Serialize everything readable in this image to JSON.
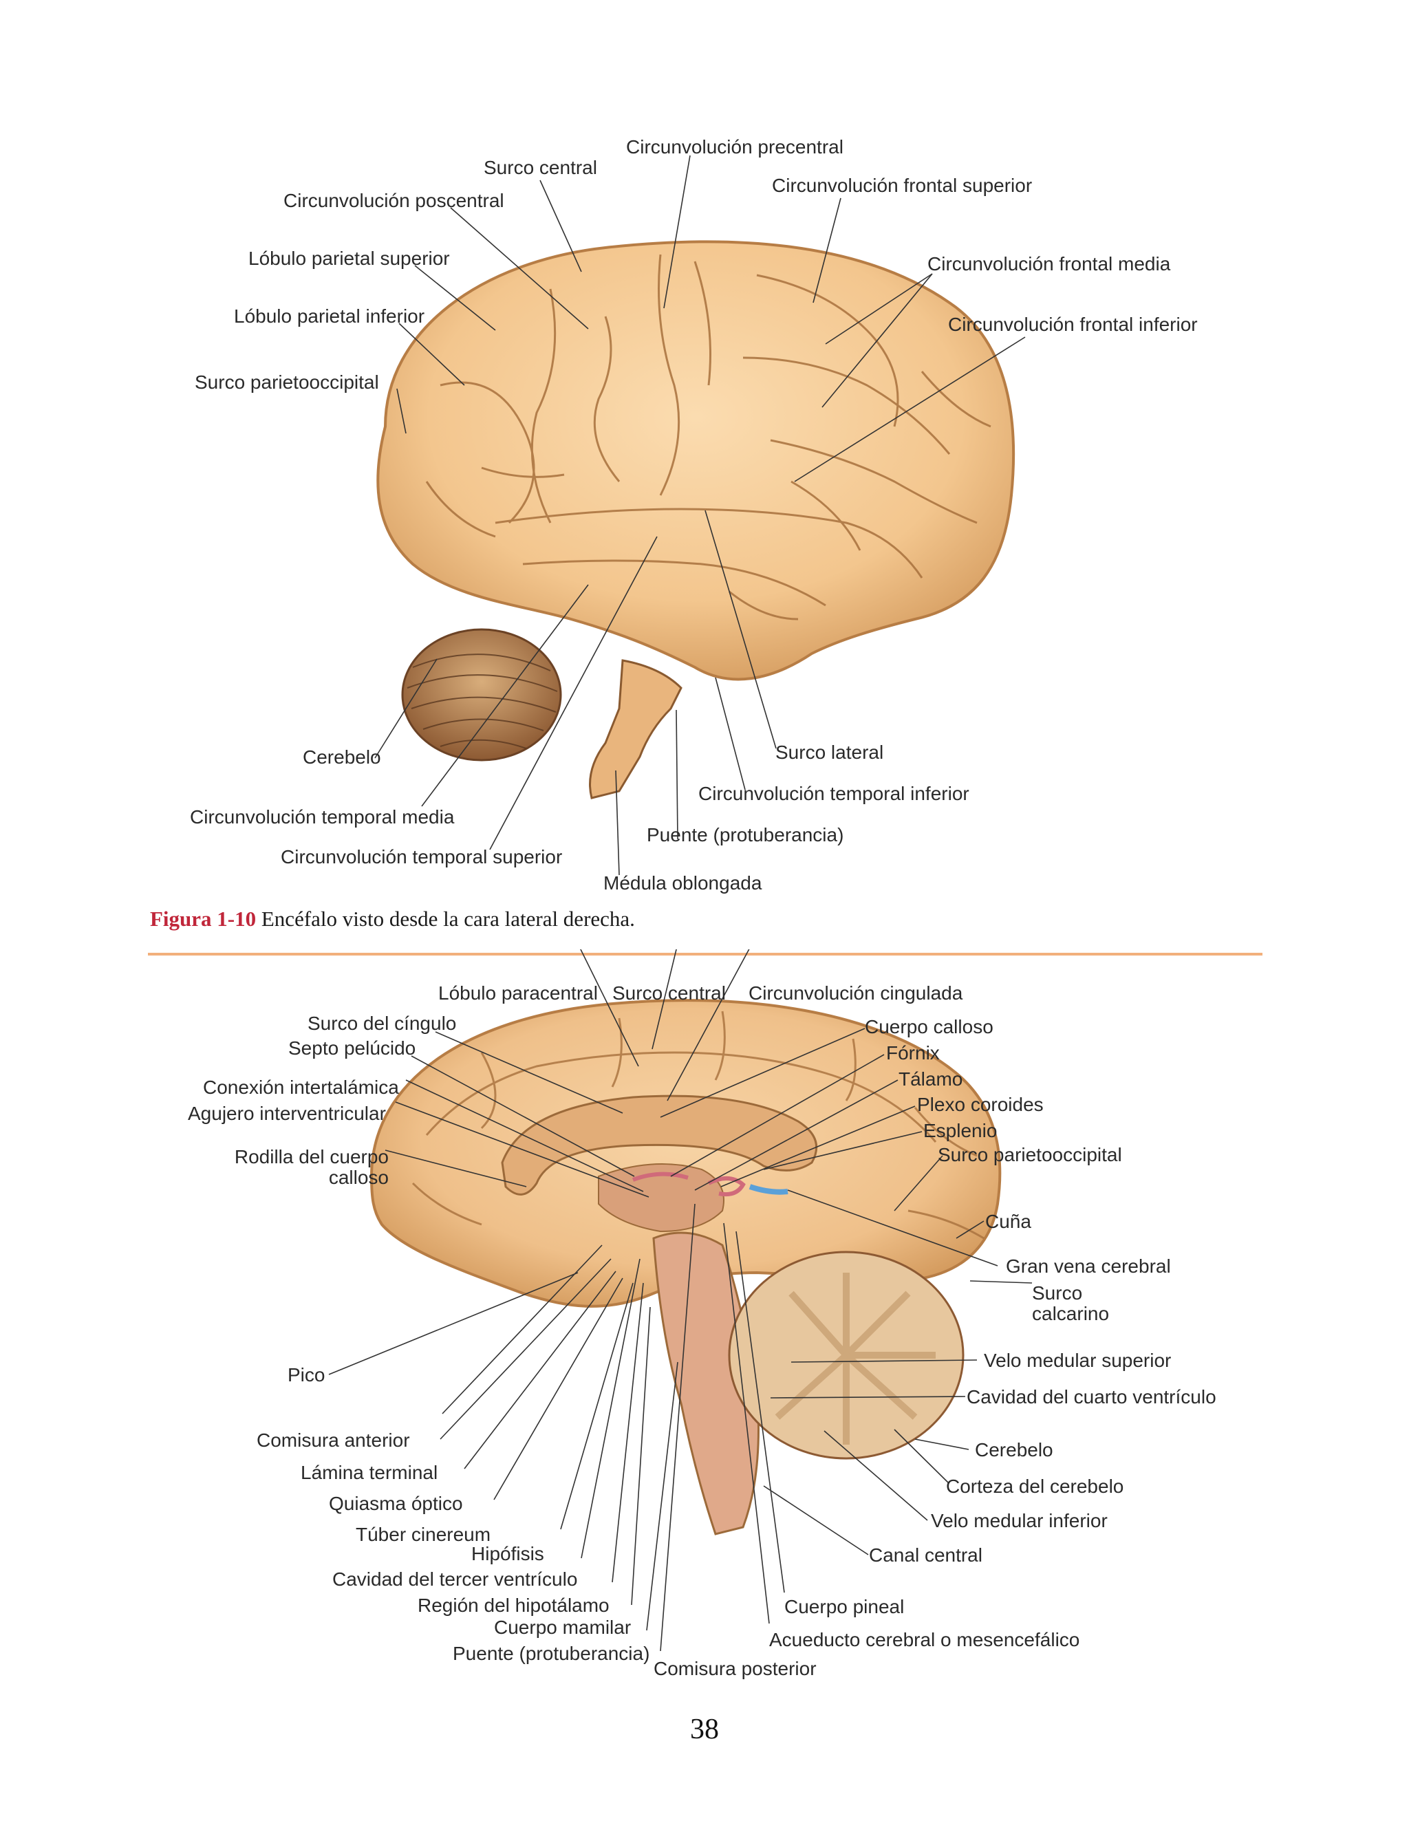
{
  "figure1": {
    "labels": [
      {
        "id": "circ-precentral",
        "text": "Circunvolución precentral"
      },
      {
        "id": "surco-central",
        "text": "Surco central"
      },
      {
        "id": "circ-frontal-superior",
        "text": "Circunvolución frontal superior"
      },
      {
        "id": "circ-poscentral",
        "text": "Circunvolución poscentral"
      },
      {
        "id": "lobulo-parietal-superior",
        "text": "Lóbulo parietal superior"
      },
      {
        "id": "circ-frontal-media",
        "text": "Circunvolución frontal media"
      },
      {
        "id": "lobulo-parietal-inferior",
        "text": "Lóbulo parietal inferior"
      },
      {
        "id": "circ-frontal-inferior",
        "text": "Circunvolución frontal inferior"
      },
      {
        "id": "surco-parietooccipital",
        "text": "Surco parietooccipital"
      },
      {
        "id": "cerebelo",
        "text": "Cerebelo"
      },
      {
        "id": "surco-lateral",
        "text": "Surco lateral"
      },
      {
        "id": "circ-temporal-inferior",
        "text": "Circunvolución temporal inferior"
      },
      {
        "id": "circ-temporal-media",
        "text": "Circunvolución temporal media"
      },
      {
        "id": "puente",
        "text": "Puente (protuberancia)"
      },
      {
        "id": "circ-temporal-superior",
        "text": "Circunvolución temporal superior"
      },
      {
        "id": "medula-oblongada",
        "text": "Médula oblongada"
      }
    ],
    "caption": {
      "number": "Figura 1-10",
      "text": " Encéfalo visto desde la cara lateral derecha."
    }
  },
  "figure2": {
    "labels": [
      {
        "id": "lobulo-paracentral",
        "text": "Lóbulo paracentral"
      },
      {
        "id": "surco-central",
        "text": "Surco central"
      },
      {
        "id": "circ-cingulada",
        "text": "Circunvolución cingulada"
      },
      {
        "id": "surco-cingulo",
        "text": "Surco del cíngulo"
      },
      {
        "id": "cuerpo-calloso",
        "text": "Cuerpo calloso"
      },
      {
        "id": "septo-pelucido",
        "text": "Septo pelúcido"
      },
      {
        "id": "fornix",
        "text": "Fórnix"
      },
      {
        "id": "talamo",
        "text": "Tálamo"
      },
      {
        "id": "conexion-intertalamica",
        "text": "Conexión intertalámica"
      },
      {
        "id": "plexo-coroides",
        "text": "Plexo coroides"
      },
      {
        "id": "agujero-interventricular",
        "text": "Agujero interventricular"
      },
      {
        "id": "esplenio",
        "text": "Esplenio"
      },
      {
        "id": "surco-parietooccipital",
        "text": "Surco parietooccipital"
      },
      {
        "id": "rodilla-cuerpo-calloso",
        "text": "Rodilla del cuerpo\ncalloso"
      },
      {
        "id": "cuna",
        "text": "Cuña"
      },
      {
        "id": "gran-vena-cerebral",
        "text": "Gran vena cerebral"
      },
      {
        "id": "surco-calcarino",
        "text": "Surco\ncalcarino"
      },
      {
        "id": "velo-medular-superior",
        "text": "Velo medular superior"
      },
      {
        "id": "pico",
        "text": "Pico"
      },
      {
        "id": "cavidad-cuarto-ventriculo",
        "text": "Cavidad del cuarto ventrículo"
      },
      {
        "id": "comisura-anterior",
        "text": "Comisura anterior"
      },
      {
        "id": "cerebelo",
        "text": "Cerebelo"
      },
      {
        "id": "lamina-terminal",
        "text": "Lámina terminal"
      },
      {
        "id": "corteza-cerebelo",
        "text": "Corteza del cerebelo"
      },
      {
        "id": "quiasma-optico",
        "text": "Quiasma óptico"
      },
      {
        "id": "velo-medular-inferior",
        "text": "Velo medular inferior"
      },
      {
        "id": "tuber-cinereum",
        "text": "Túber cinereum"
      },
      {
        "id": "hipofisis",
        "text": "Hipófisis"
      },
      {
        "id": "canal-central",
        "text": "Canal central"
      },
      {
        "id": "cavidad-tercer-ventriculo",
        "text": "Cavidad del tercer ventrículo"
      },
      {
        "id": "region-hipotalamo",
        "text": "Región del hipotálamo"
      },
      {
        "id": "cuerpo-pineal",
        "text": "Cuerpo pineal"
      },
      {
        "id": "cuerpo-mamilar",
        "text": "Cuerpo mamilar"
      },
      {
        "id": "acueducto",
        "text": "Acueducto cerebral o mesencefálico"
      },
      {
        "id": "puente",
        "text": "Puente (protuberancia)"
      },
      {
        "id": "comisura-posterior",
        "text": "Comisura posterior"
      }
    ]
  },
  "page_number": "38",
  "colors": {
    "caption_accent": "#c0263a",
    "rule": "#f2b07c",
    "brain_fill": "#f5cf9d"
  }
}
